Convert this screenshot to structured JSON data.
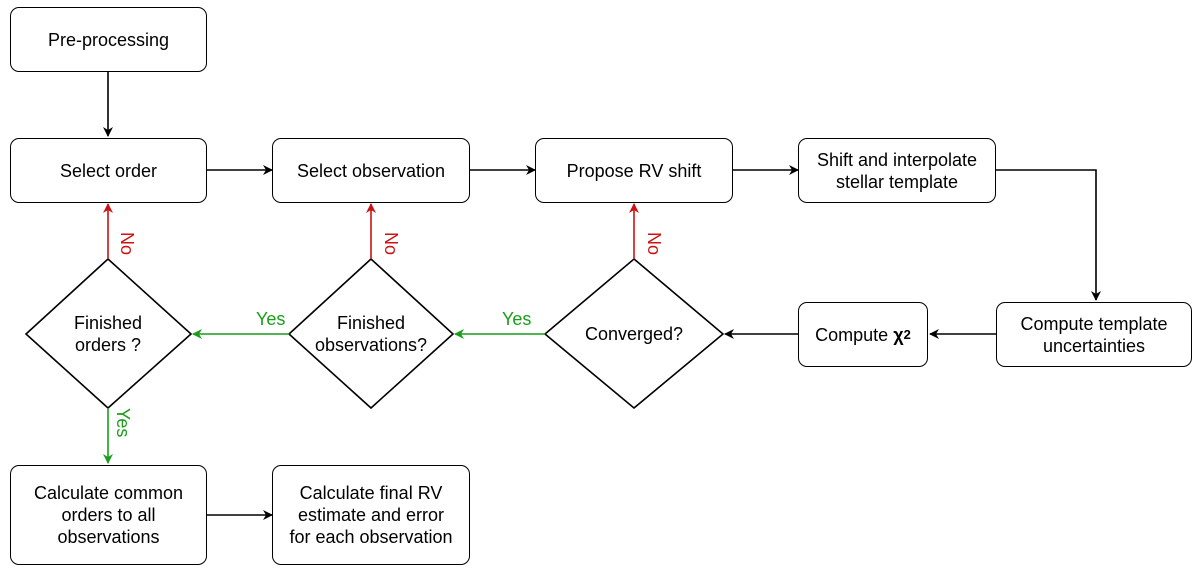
{
  "nodes": {
    "preprocessing": "Pre-processing",
    "select_order": "Select order",
    "select_observation": "Select observation",
    "propose_rv": "Propose RV shift",
    "shift_template": "Shift and interpolate stellar template",
    "compute_uncertainties": "Compute template uncertainties",
    "compute_chi2": "Compute",
    "chi_symbol": "χ",
    "chi_power": "2",
    "converged": "Converged?",
    "finished_observations": "Finished observations?",
    "finished_orders": "Finished orders ?",
    "calc_common": "Calculate common orders to all observations",
    "calc_final": "Calculate final RV estimate and error for each observation"
  },
  "labels": {
    "yes": "Yes",
    "no": "No"
  },
  "colors": {
    "default": "#000000",
    "yes": "#1a9e1a",
    "no": "#cc1111"
  }
}
